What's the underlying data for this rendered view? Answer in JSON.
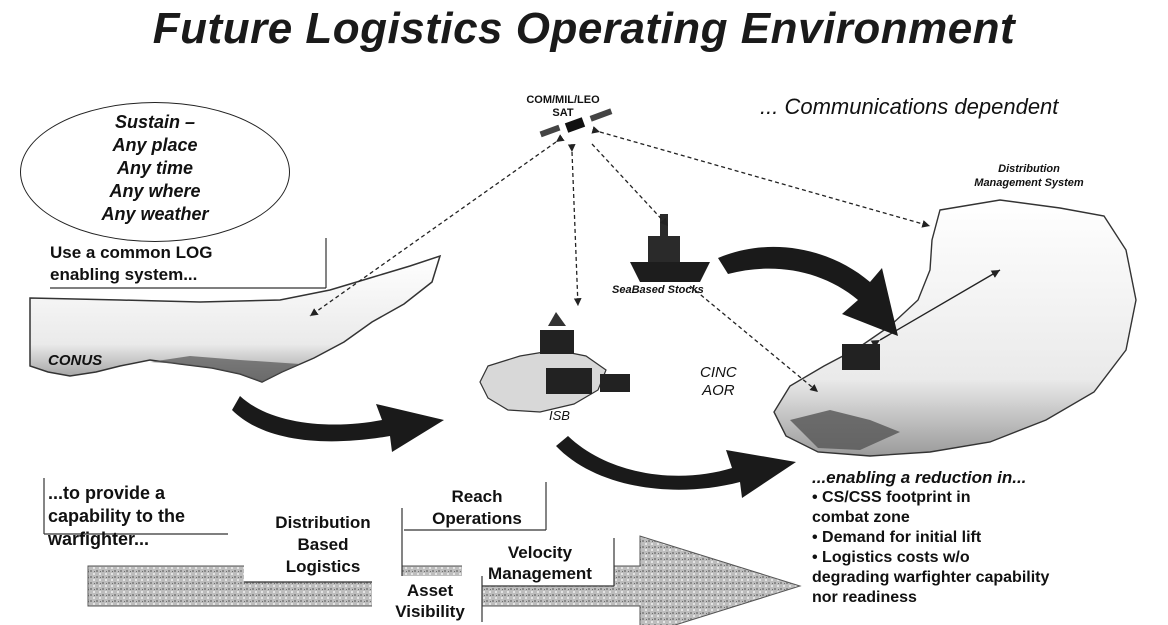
{
  "title": "Future Logistics Operating Environment",
  "communications": "... Communications dependent",
  "satellite": {
    "line1": "COM/MIL/LEO",
    "line2": "SAT"
  },
  "sustain": {
    "lines": [
      "Sustain –",
      "Any place",
      "Any time",
      "Any where",
      "Any weather"
    ]
  },
  "common_log": {
    "line1": "Use a  common LOG",
    "line2": "enabling system..."
  },
  "provide": {
    "line1": "...to provide a",
    "line2": "capability to the",
    "line3": "warfighter..."
  },
  "labels": {
    "conus": "CONUS",
    "isb": "ISB",
    "cinc_line1": "CINC",
    "cinc_line2": "AOR",
    "seabased": "SeaBased Stocks",
    "dms_line1": "Distribution",
    "dms_line2": "Management System"
  },
  "steps": {
    "reach": [
      "Reach",
      "Operations"
    ],
    "dbl": [
      "Distribution",
      "Based",
      "Logistics"
    ],
    "velocity": [
      "Velocity",
      "Management"
    ],
    "asset": [
      "Asset",
      "Visibility"
    ]
  },
  "enabling": {
    "head": "...enabling a reduction in...",
    "items": [
      "• CS/CSS footprint in",
      "combat zone",
      "•  Demand for initial lift",
      "• Logistics costs w/o",
      "degrading warfighter capability",
      "nor readiness"
    ]
  }
}
